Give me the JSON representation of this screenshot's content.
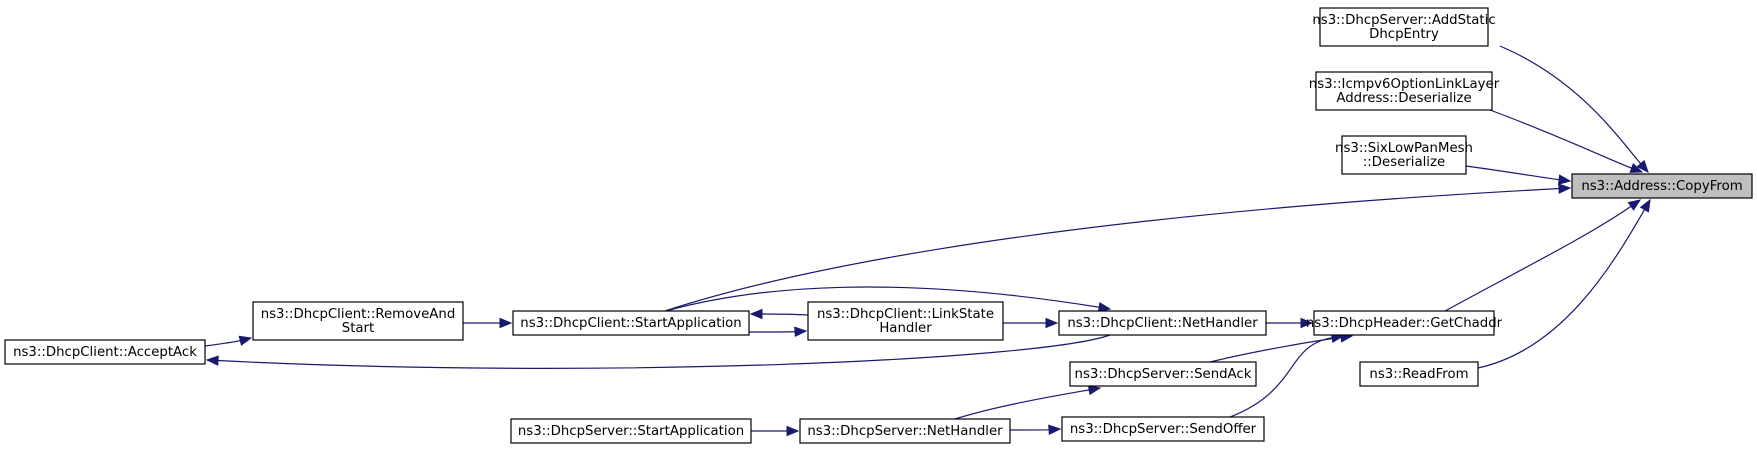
{
  "graph": {
    "edge_color": "#191970",
    "focus_fill": "#bfbfbf",
    "nodes": [
      {
        "id": "copyfrom",
        "lines": [
          "ns3::Address::CopyFrom"
        ],
        "focus": true,
        "interactable": false
      },
      {
        "id": "addstatic",
        "lines": [
          "ns3::DhcpServer::AddStatic",
          "DhcpEntry"
        ],
        "interactable": true
      },
      {
        "id": "icmpv6",
        "lines": [
          "ns3::Icmpv6OptionLinkLayer",
          "Address::Deserialize"
        ],
        "interactable": true
      },
      {
        "id": "sixlowpan",
        "lines": [
          "ns3::SixLowPanMesh",
          "::Deserialize"
        ],
        "interactable": true
      },
      {
        "id": "getchaddr",
        "lines": [
          "ns3::DhcpHeader::GetChaddr"
        ],
        "interactable": true
      },
      {
        "id": "readfrom",
        "lines": [
          "ns3::ReadFrom"
        ],
        "interactable": true
      },
      {
        "id": "client-netHandler",
        "lines": [
          "ns3::DhcpClient::NetHandler"
        ],
        "interactable": true
      },
      {
        "id": "sendack",
        "lines": [
          "ns3::DhcpServer::SendAck"
        ],
        "interactable": true
      },
      {
        "id": "sendoffer",
        "lines": [
          "ns3::DhcpServer::SendOffer"
        ],
        "interactable": true
      },
      {
        "id": "linkstate",
        "lines": [
          "ns3::DhcpClient::LinkState",
          "Handler"
        ],
        "interactable": true
      },
      {
        "id": "client-start",
        "lines": [
          "ns3::DhcpClient::StartApplication"
        ],
        "interactable": true
      },
      {
        "id": "removeandstart",
        "lines": [
          "ns3::DhcpClient::RemoveAnd",
          "Start"
        ],
        "interactable": true
      },
      {
        "id": "acceptack",
        "lines": [
          "ns3::DhcpClient::AcceptAck"
        ],
        "interactable": true
      },
      {
        "id": "server-netHandler",
        "lines": [
          "ns3::DhcpServer::NetHandler"
        ],
        "interactable": true
      },
      {
        "id": "server-start",
        "lines": [
          "ns3::DhcpServer::StartApplication"
        ],
        "interactable": true
      }
    ],
    "edges": [
      {
        "from": "addstatic",
        "to": "copyfrom"
      },
      {
        "from": "icmpv6",
        "to": "copyfrom"
      },
      {
        "from": "sixlowpan",
        "to": "copyfrom"
      },
      {
        "from": "client-start",
        "to": "copyfrom"
      },
      {
        "from": "getchaddr",
        "to": "copyfrom"
      },
      {
        "from": "readfrom",
        "to": "copyfrom"
      },
      {
        "from": "client-netHandler",
        "to": "getchaddr"
      },
      {
        "from": "sendack",
        "to": "getchaddr"
      },
      {
        "from": "sendoffer",
        "to": "getchaddr"
      },
      {
        "from": "linkstate",
        "to": "client-netHandler"
      },
      {
        "from": "client-start",
        "to": "client-netHandler"
      },
      {
        "from": "client-start",
        "to": "linkstate"
      },
      {
        "from": "linkstate",
        "to": "client-start"
      },
      {
        "from": "removeandstart",
        "to": "client-start"
      },
      {
        "from": "acceptack",
        "to": "removeandstart"
      },
      {
        "from": "client-netHandler",
        "to": "acceptack"
      },
      {
        "from": "server-netHandler",
        "to": "sendack"
      },
      {
        "from": "server-netHandler",
        "to": "sendoffer"
      },
      {
        "from": "server-start",
        "to": "server-netHandler"
      }
    ]
  }
}
